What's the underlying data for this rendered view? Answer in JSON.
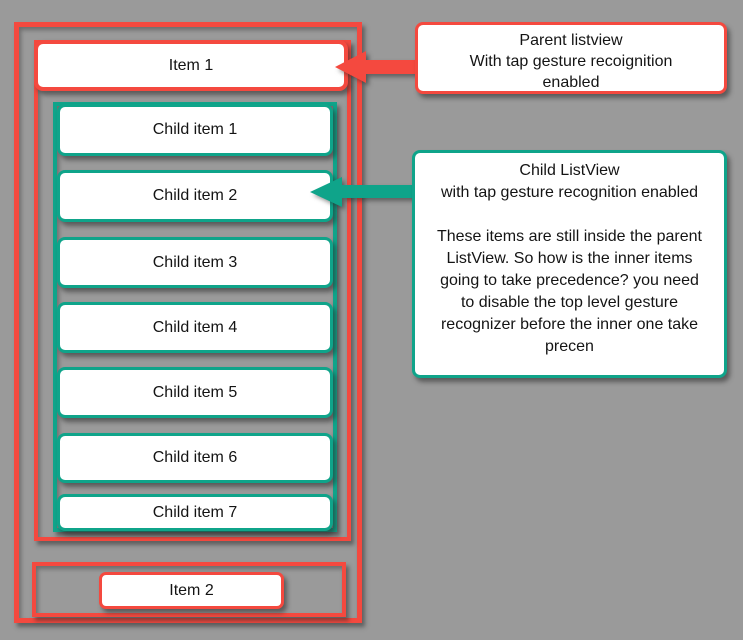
{
  "colors": {
    "background": "#9a9a9a",
    "parent_accent": "#f4493f",
    "child_accent": "#0fa48a",
    "box_background": "#ffffff",
    "text": "#141414"
  },
  "diagram": {
    "parent_listview": {
      "item1_label": "Item 1",
      "item2_label": "Item 2"
    },
    "child_listview": {
      "items": [
        "Child item 1",
        "Child item 2",
        "Child item 3",
        "Child item 4",
        "Child item 5",
        "Child item 6",
        "Child item 7"
      ]
    }
  },
  "callouts": {
    "parent_callout_text": "Parent listview\nWith tap gesture recoignition\nenabled",
    "child_callout_text": "Child ListView\nwith tap gesture recognition enabled\n\nThese items are still inside the parent\nListView. So how is the inner items\ngoing to take precedence? you need\nto disable the top level gesture\nrecognizer before the inner one take\nprecen"
  },
  "icons": {
    "parent_arrow": "left-arrow",
    "child_arrow": "left-arrow"
  }
}
